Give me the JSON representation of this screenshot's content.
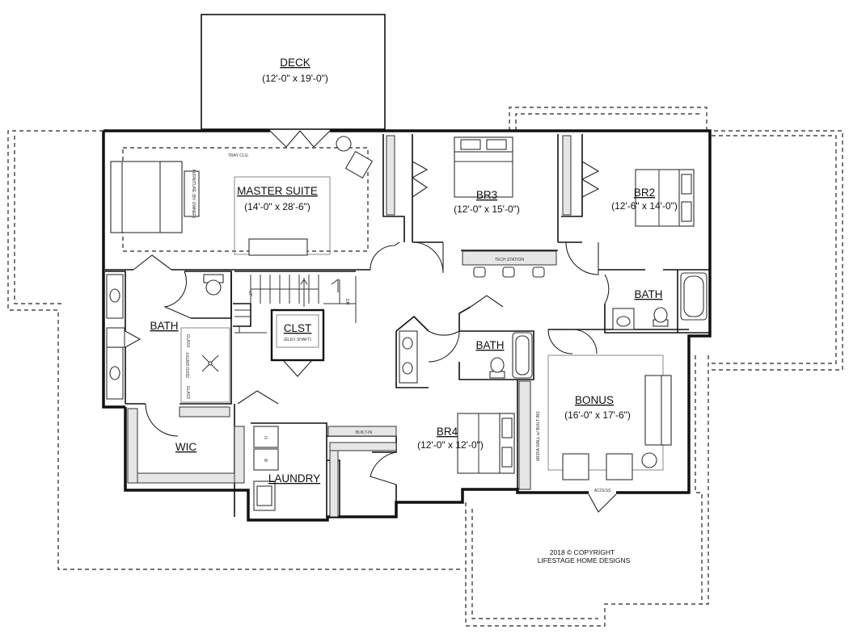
{
  "rooms": {
    "deck": {
      "name": "DECK",
      "dims": "(12'-0\" x 19'-0\")"
    },
    "master": {
      "name": "MASTER SUITE",
      "dims": "(14'-0\" x 28'-6\")"
    },
    "br3": {
      "name": "BR3",
      "dims": "(12'-0\" x 15'-0\")"
    },
    "br2": {
      "name": "BR2",
      "dims": "(12'-6\" x 14'-0\")"
    },
    "bath_master": {
      "name": "BATH"
    },
    "clst": {
      "name": "CLST",
      "sub": "(ELEV SHAFT)"
    },
    "bath_hall": {
      "name": "BATH"
    },
    "bath_br2": {
      "name": "BATH"
    },
    "bonus": {
      "name": "BONUS",
      "dims": "(16'-0\" x 17'-6\")"
    },
    "br4": {
      "name": "BR4",
      "dims": "(12'-0\" x 12'-0\")"
    },
    "wic": {
      "name": "WIC"
    },
    "laundry": {
      "name": "LAUNDRY"
    }
  },
  "notes": {
    "tray_clg": "TRAY CLG.",
    "tech_station": "TECH STATION",
    "built_in": "BUILT-IN",
    "media_wall": "MEDIA WALL w/ BUILT-INS",
    "access": "ACCESS",
    "zero_entry": "ZERO ENTRY",
    "glass_top": "GLASS",
    "glass_bottom": "GLASS",
    "furniture": "FURNITURE (BY OWNER)",
    "washer": "W",
    "dryer": "D",
    "stair_up": "UP",
    "stair_dn": "DN"
  },
  "footer": {
    "copyright": "2018 © COPYRIGHT",
    "company": "LIFESTAGE HOME DESIGNS"
  }
}
